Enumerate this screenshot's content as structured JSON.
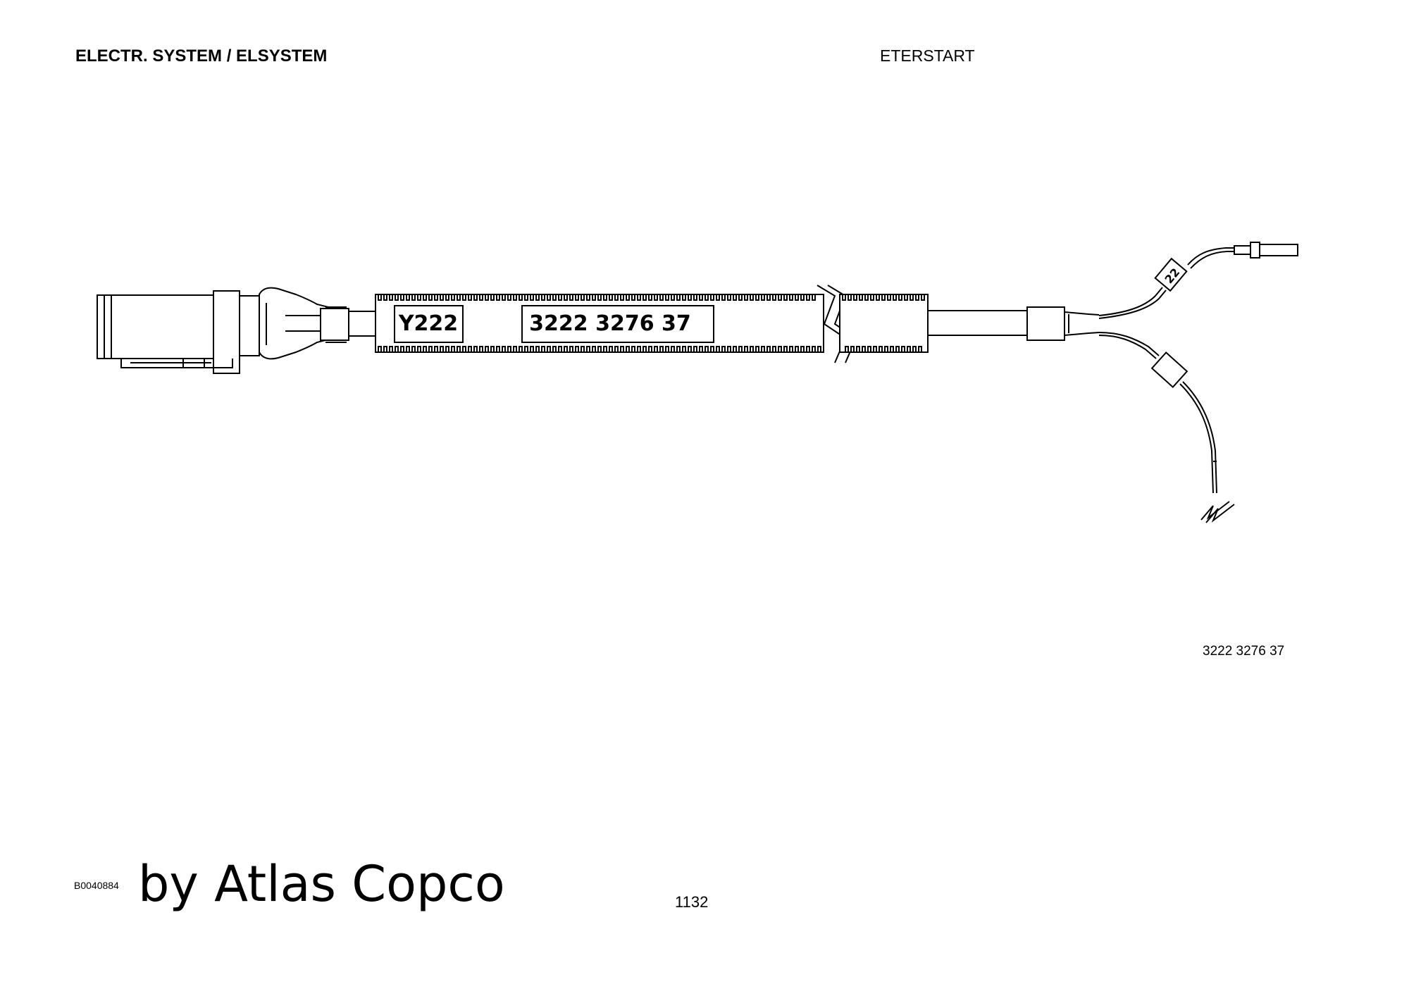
{
  "header": {
    "section_title": "ELECTR. SYSTEM / ELSYSTEM",
    "subsystem_title": "ETERSTART"
  },
  "diagram": {
    "component_label": "Y222",
    "part_label": "3222 3276 37",
    "wire_tag": "22"
  },
  "footer": {
    "part_number": "3222 3276 37",
    "drawing_id": "B0040884",
    "publisher_credit": "by Atlas Copco",
    "page_number": "1132"
  }
}
